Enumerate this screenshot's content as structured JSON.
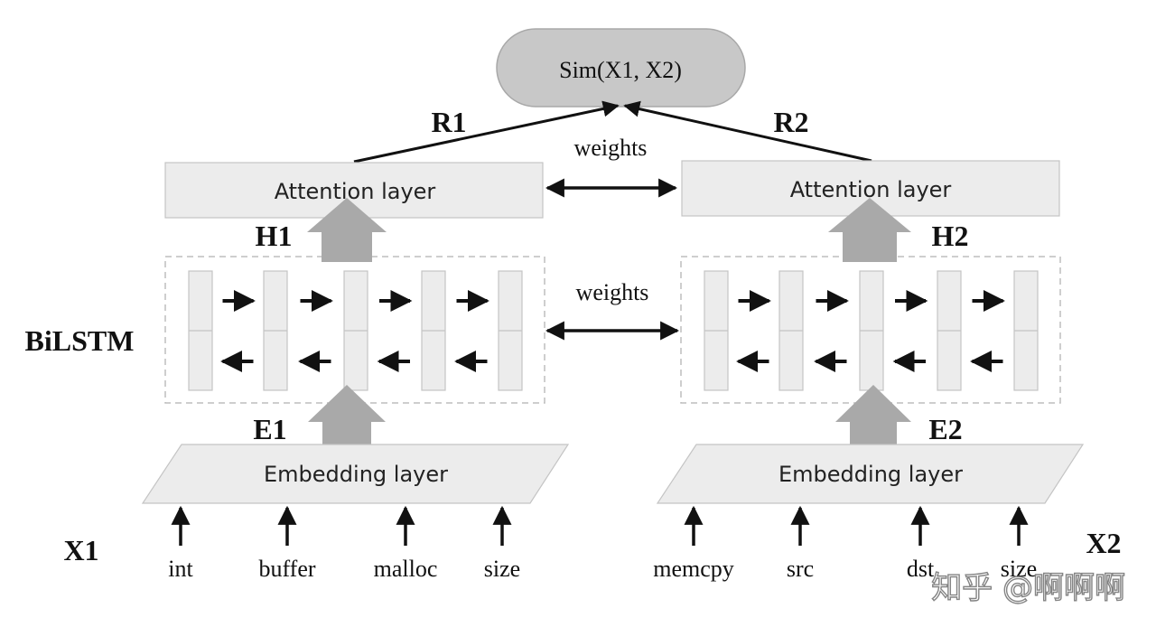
{
  "similarity": {
    "label": "Sim(X1, X2)"
  },
  "left": {
    "representation_label": "R1",
    "attention_label": "Attention layer",
    "hidden_label": "H1",
    "embedding_output_label": "E1",
    "embedding_label": "Embedding layer",
    "input_label": "X1",
    "tokens": [
      "int",
      "buffer",
      "malloc",
      "size"
    ]
  },
  "right": {
    "representation_label": "R2",
    "attention_label": "Attention layer",
    "hidden_label": "H2",
    "embedding_output_label": "E2",
    "embedding_label": "Embedding layer",
    "input_label": "X2",
    "tokens": [
      "memcpy",
      "src",
      "dst",
      "size"
    ]
  },
  "shared_weights_top": "weights",
  "shared_weights_middle": "weights",
  "bilstm_label": "BiLSTM",
  "watermark": "知乎 @啊啊啊",
  "colors": {
    "box_fill": "#ececec",
    "box_stroke": "#bdbdbd",
    "sim_fill": "#c8c8c8",
    "big_arrow": "#a9a9a9",
    "ink": "#111111"
  }
}
